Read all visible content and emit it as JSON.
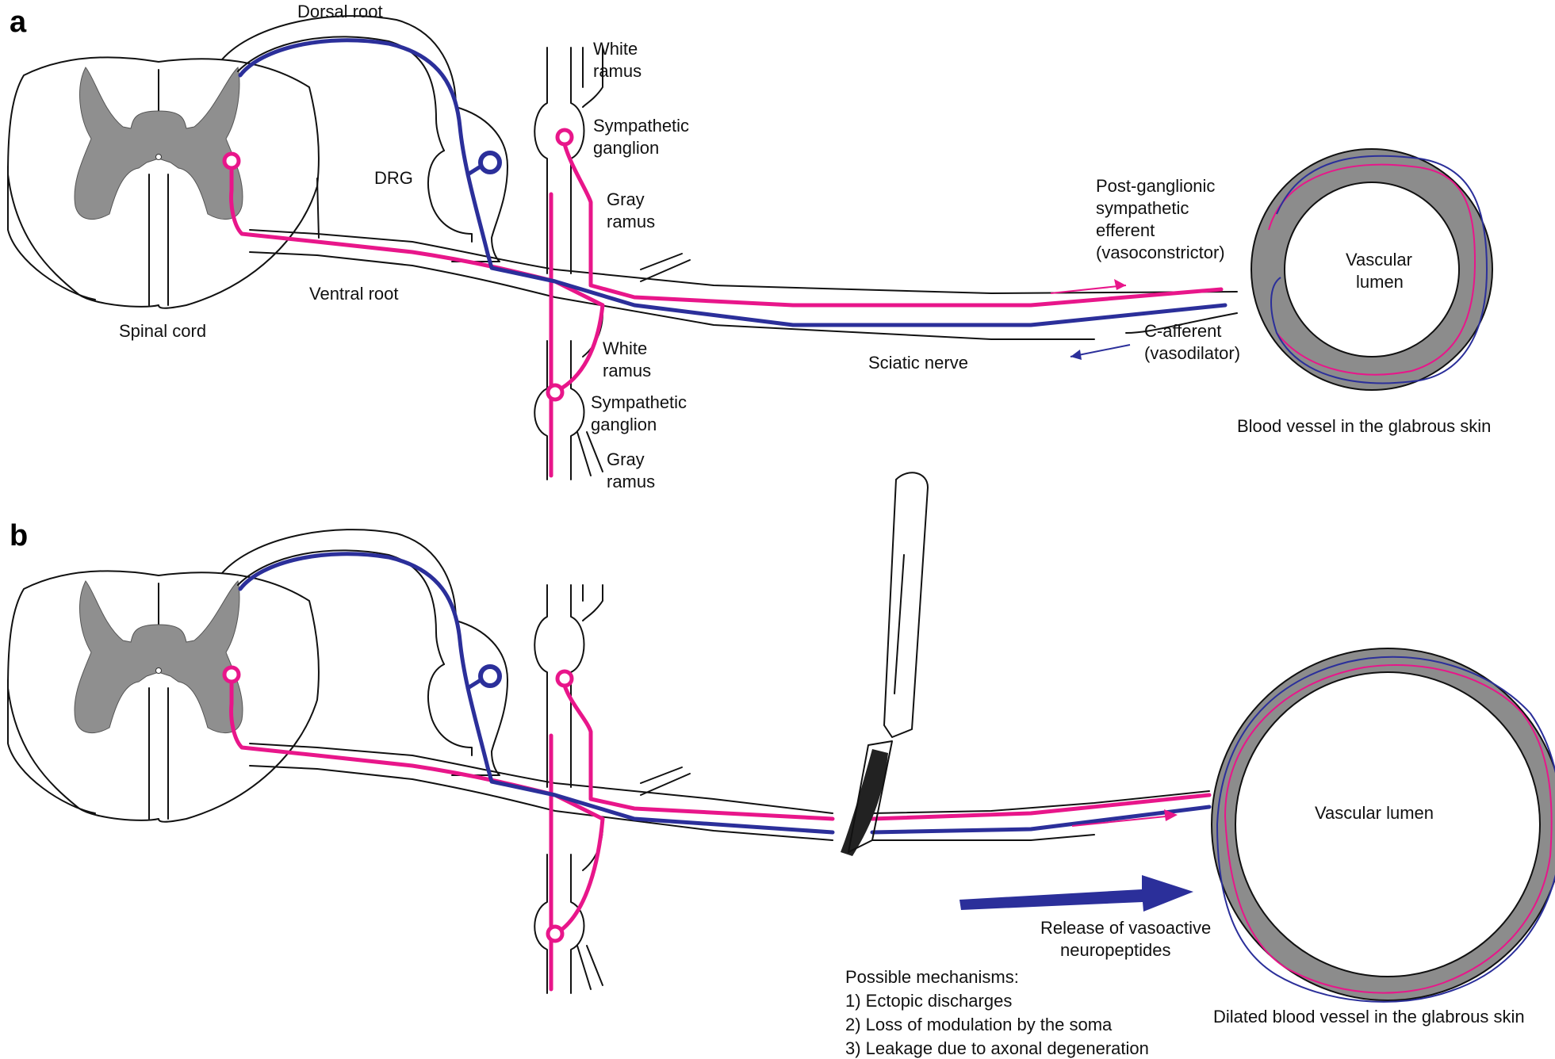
{
  "panels": {
    "a": {
      "label": "a",
      "dorsal_root": "Dorsal root",
      "drg": "DRG",
      "ventral_root": "Ventral root",
      "spinal_cord": "Spinal cord",
      "white_ramus_top": [
        "White",
        "ramus"
      ],
      "sympathetic_ganglion_top": [
        "Sympathetic",
        "ganglion"
      ],
      "gray_ramus_top": [
        "Gray",
        "ramus"
      ],
      "white_ramus_bottom": [
        "White",
        "ramus"
      ],
      "sympathetic_ganglion_bottom": [
        "Sympathetic",
        "ganglion"
      ],
      "gray_ramus_bottom": [
        "Gray",
        "ramus"
      ],
      "post_ganglionic": [
        "Post-ganglionic",
        "sympathetic",
        "efferent",
        "(vasoconstrictor)"
      ],
      "c_afferent": [
        "C-afferent",
        "(vasodilator)"
      ],
      "sciatic_nerve": "Sciatic nerve",
      "vascular_lumen": [
        "Vascular",
        "lumen"
      ],
      "vessel_caption": "Blood vessel in the glabrous skin"
    },
    "b": {
      "label": "b",
      "vascular_lumen": "Vascular lumen",
      "release": [
        "Release of vasoactive",
        "neuropeptides"
      ],
      "mechanisms_title": "Possible mechanisms:",
      "mechanisms": [
        "1) Ectopic discharges",
        "2) Loss of modulation by the soma",
        "3) Leakage due to axonal degeneration"
      ],
      "vessel_caption": "Dilated blood vessel in the glabrous skin"
    }
  },
  "colors": {
    "sympathetic_efferent": "#e8168a",
    "c_afferent": "#2b2f9a",
    "grey_matter": "#8f8f8f",
    "vessel_wall": "#8c8c8c"
  }
}
